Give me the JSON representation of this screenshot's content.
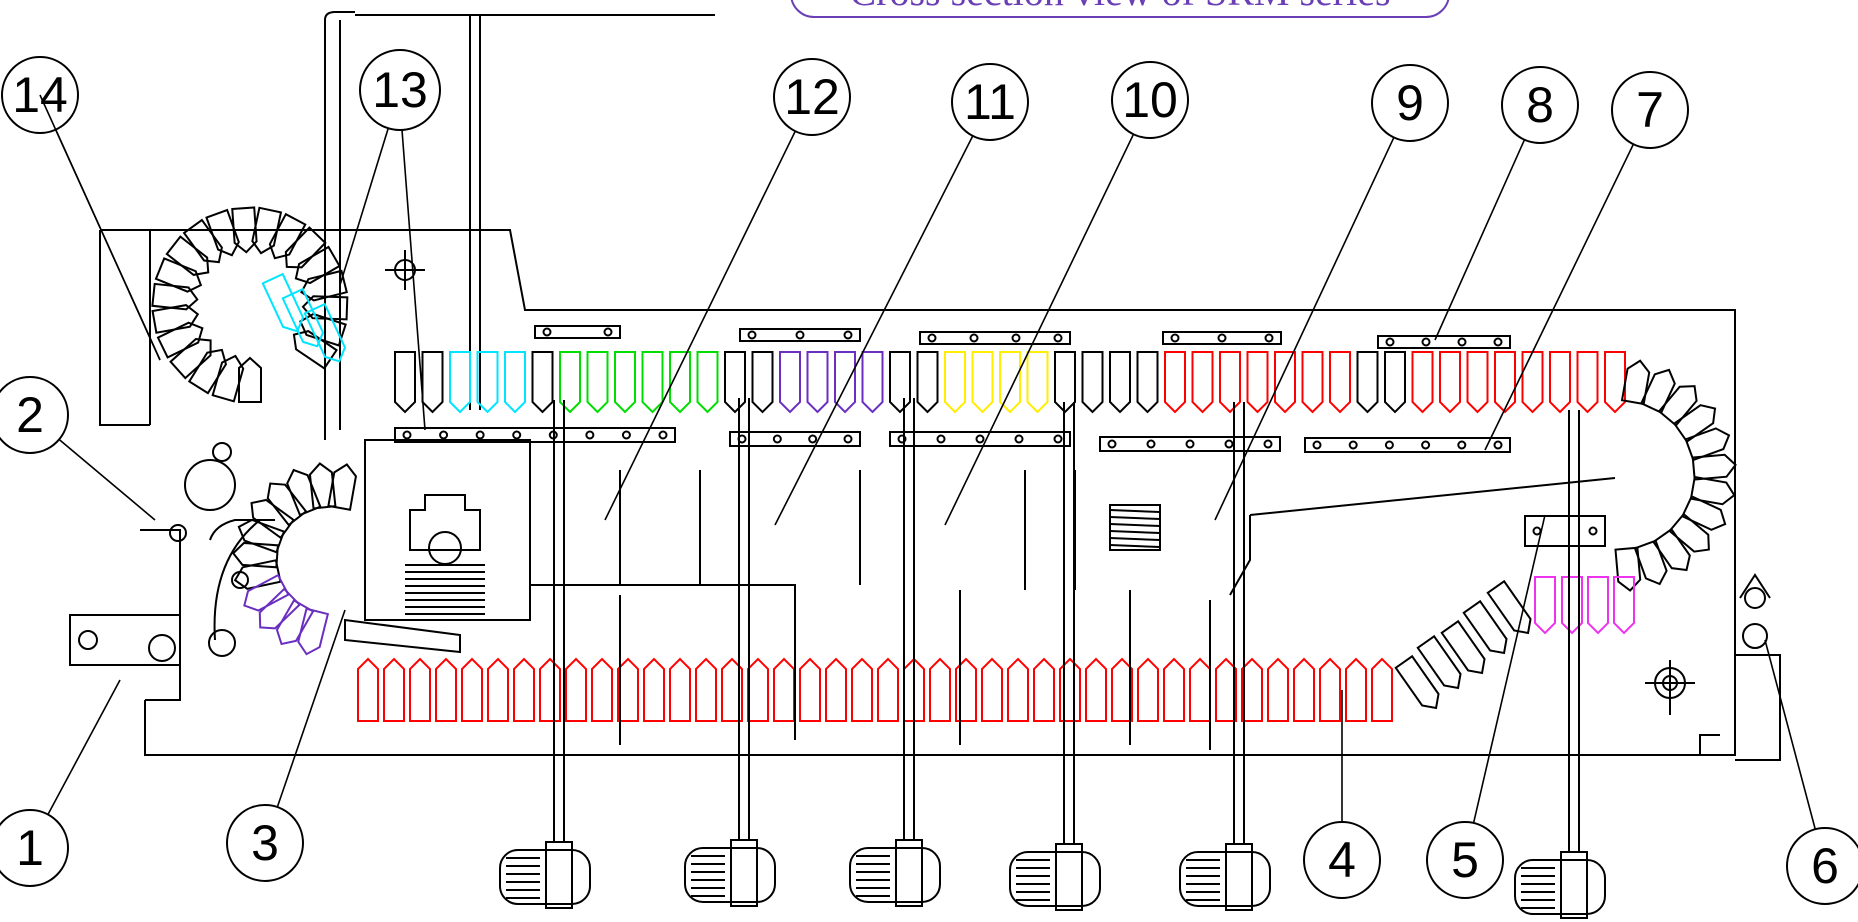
{
  "title": "Cross section view of SRM series",
  "colors": {
    "line": "#000000",
    "red": "#ff0000",
    "green": "#00dd00",
    "cyan": "#00e5ff",
    "purple": "#6a2fc0",
    "yellow": "#ffee00",
    "magenta": "#ee33ee",
    "title": "#6a3fb5"
  },
  "callouts": [
    {
      "label": "1"
    },
    {
      "label": "2"
    },
    {
      "label": "3"
    },
    {
      "label": "4"
    },
    {
      "label": "5"
    },
    {
      "label": "6"
    },
    {
      "label": "7"
    },
    {
      "label": "8"
    },
    {
      "label": "9"
    },
    {
      "label": "10"
    },
    {
      "label": "11"
    },
    {
      "label": "12"
    },
    {
      "label": "13"
    },
    {
      "label": "14"
    }
  ]
}
